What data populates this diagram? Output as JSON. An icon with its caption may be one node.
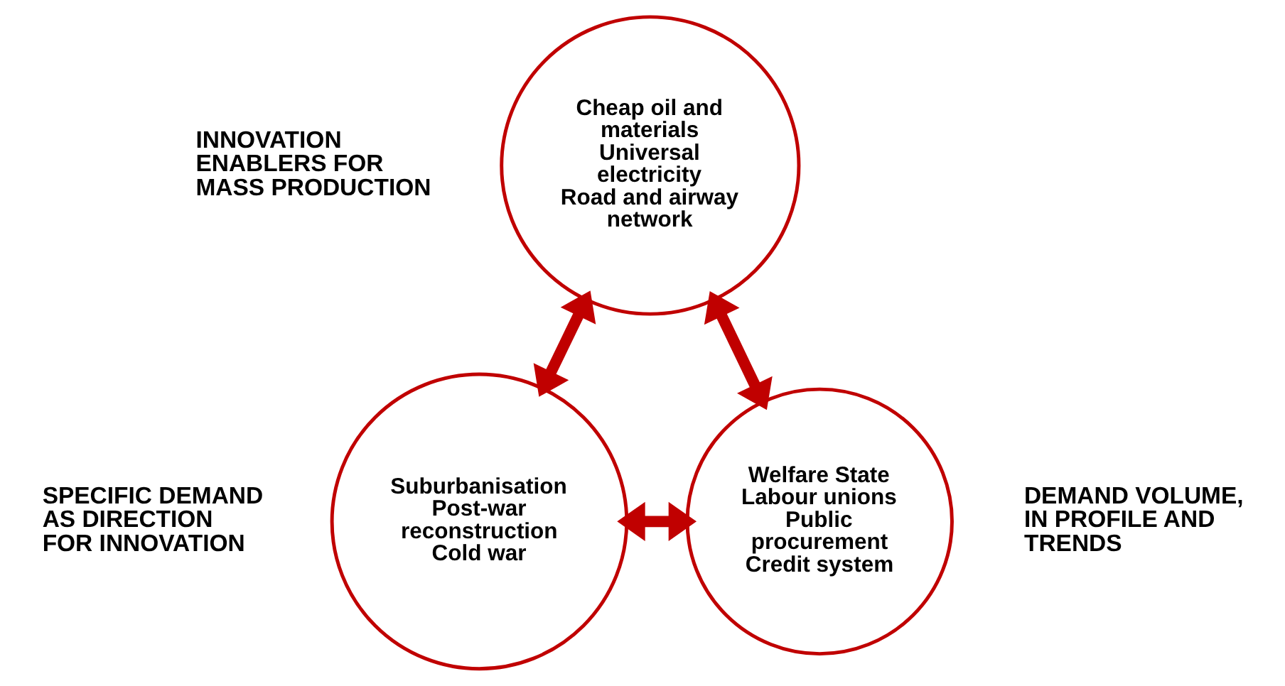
{
  "diagram": {
    "nodes": [
      {
        "text": [
          "Cheap oil and materials",
          "Universal electricity",
          "Road and airway network"
        ],
        "beside": [
          "INNOVATION ENABLERS FOR MASS PRODUCTION"
        ]
      },
      {
        "text": [
          "Suburbanisation",
          "Post-war reconstruction",
          "Cold war"
        ],
        "beside": [
          "SPECIFIC DEMAND AS DIRECTION FOR INNOVATION"
        ]
      },
      {
        "text": [
          "Welfare State",
          "Labour unions",
          "Public procurement",
          "Credit system"
        ],
        "beside": [
          "DEMAND VOLUME, IN PROFILE AND TRENDS"
        ]
      }
    ],
    "edges": [
      {
        "from": 0,
        "to": 1,
        "arrow": "both"
      },
      {
        "from": 0,
        "to": 2,
        "arrow": "both"
      },
      {
        "from": 1,
        "to": 2,
        "arrow": "both"
      }
    ]
  }
}
